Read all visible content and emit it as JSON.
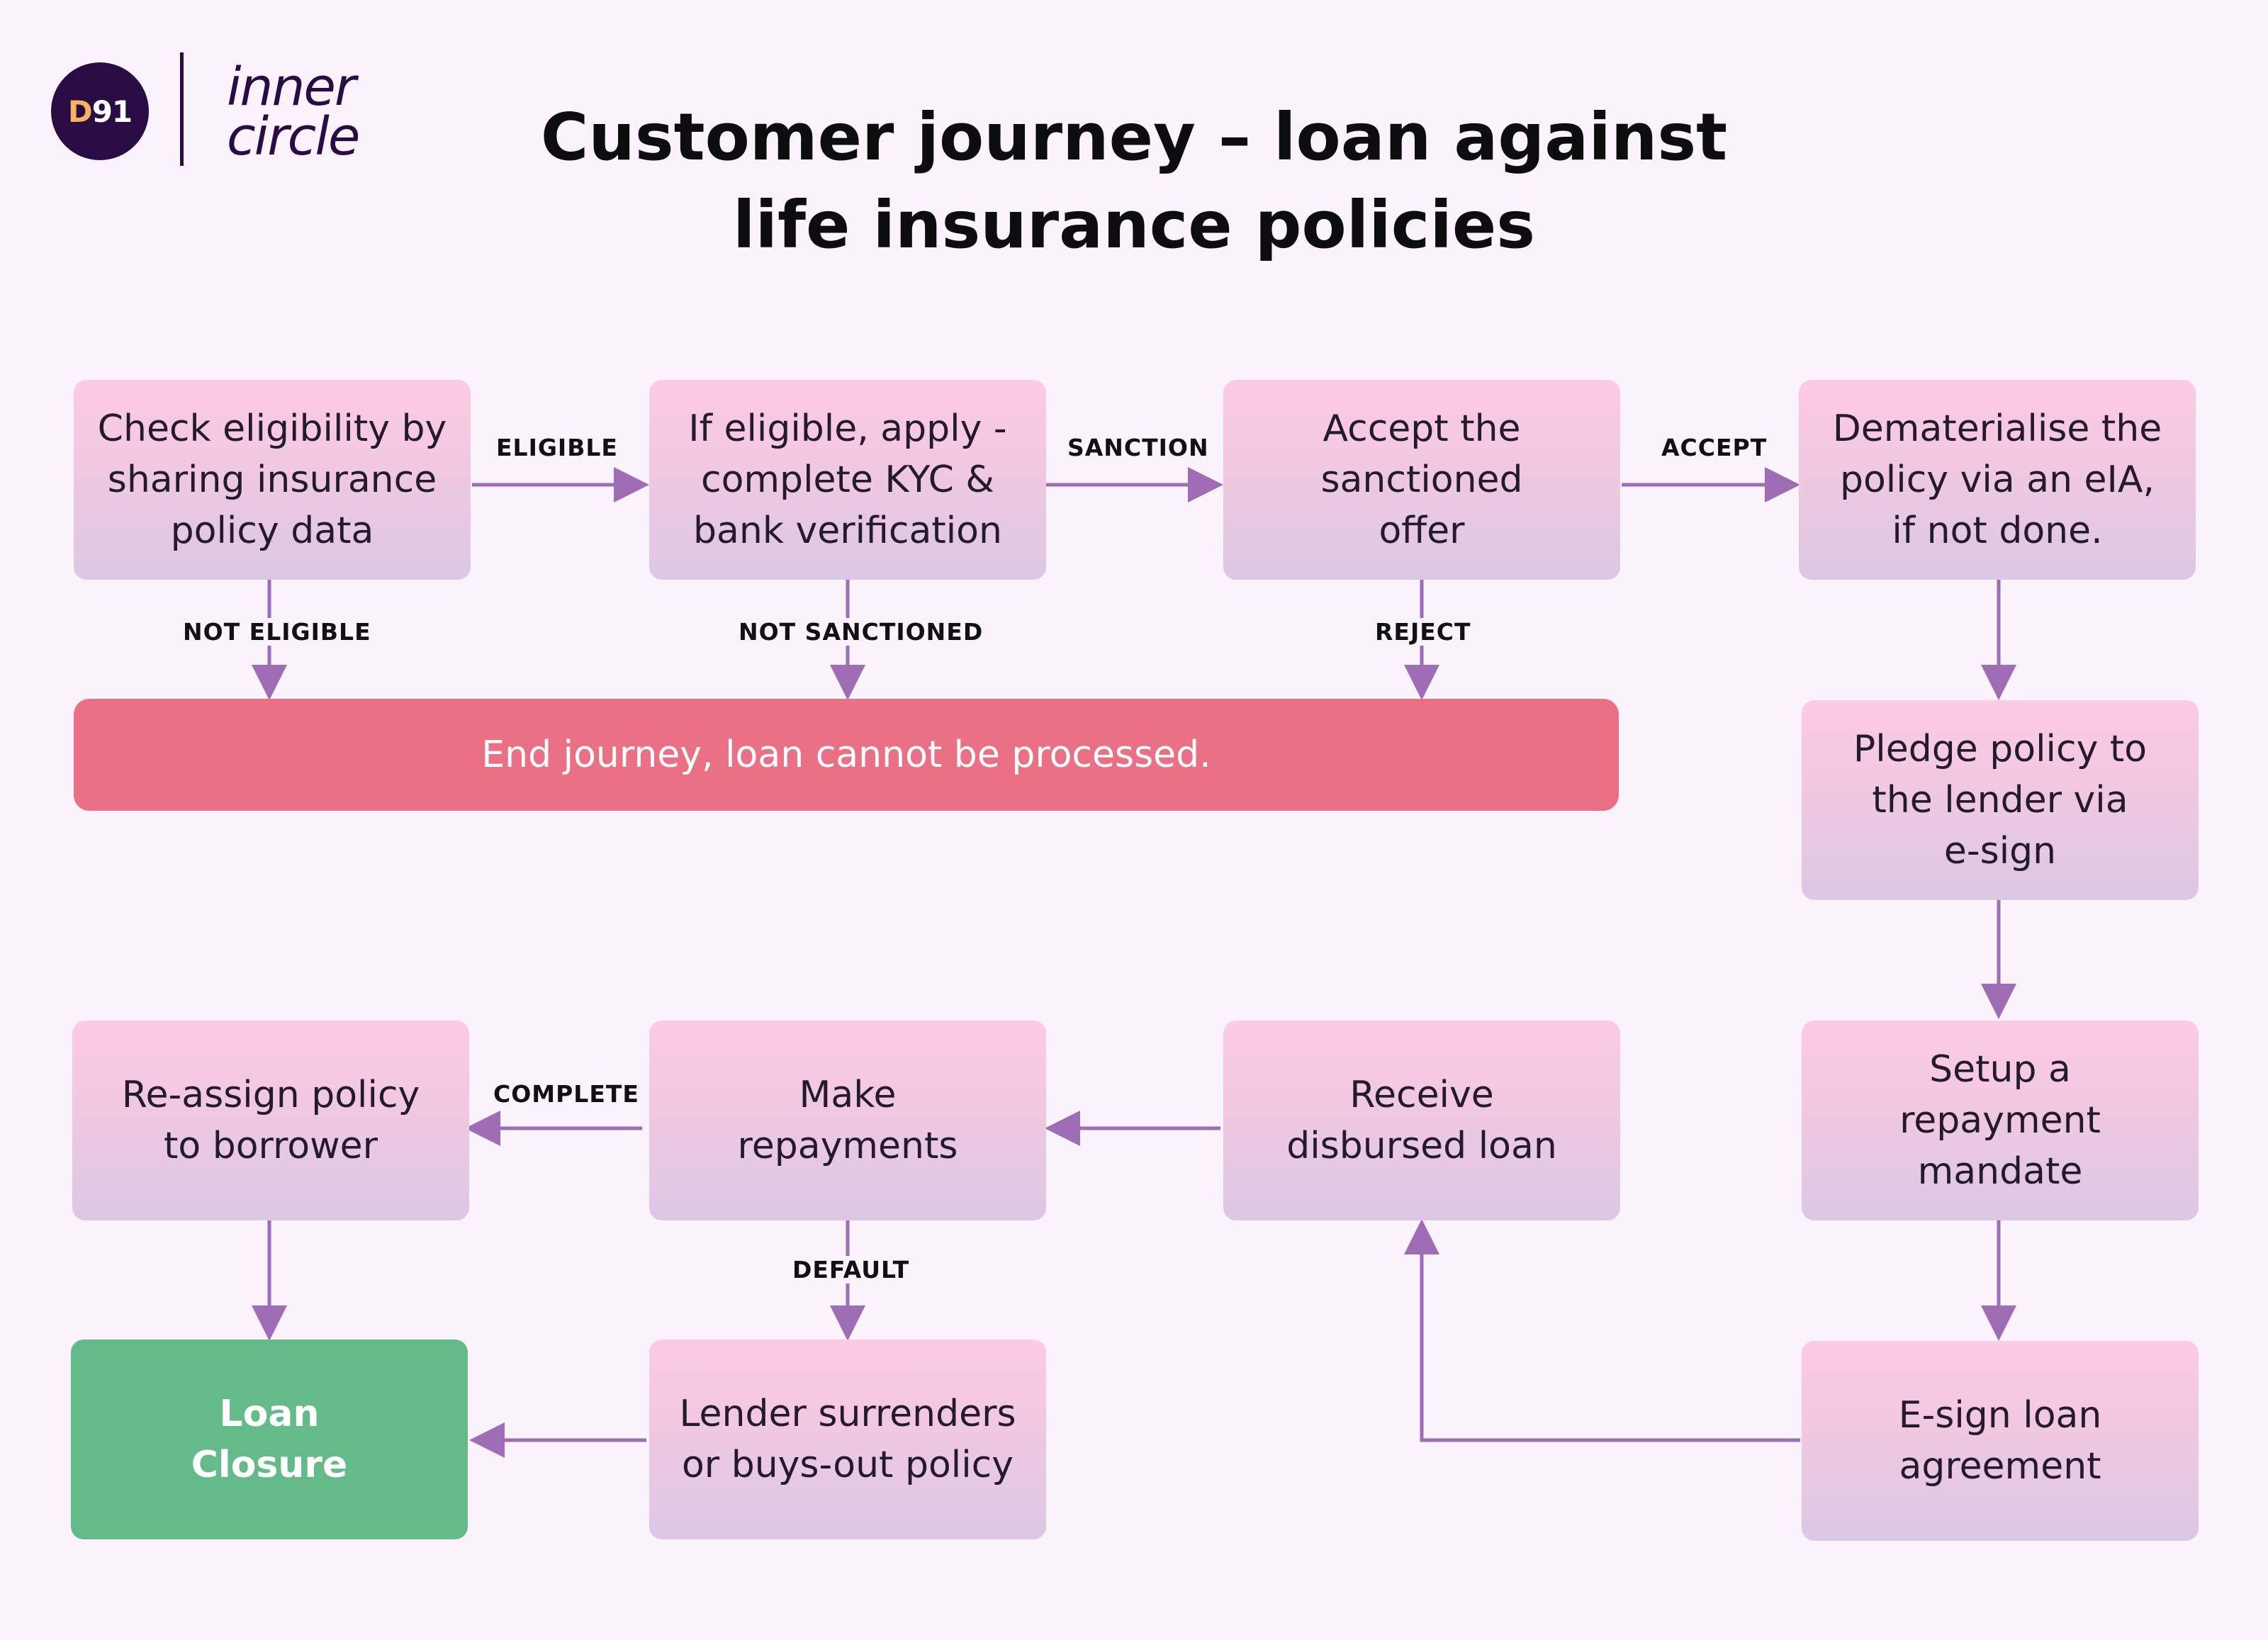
{
  "logo": {
    "badge_d": "D",
    "badge_num": "91",
    "word_line1": "inner",
    "word_line2": "circle"
  },
  "title": {
    "line1": "Customer journey – loan against",
    "line2": "life insurance policies"
  },
  "steps": {
    "check_eligibility": "Check eligibility by\nsharing insurance\npolicy data",
    "apply": "If eligible, apply -\ncomplete KYC &\nbank verification",
    "accept_offer": "Accept the\nsanctioned\noffer",
    "dematerialise": "Dematerialise the\npolicy via an eIA,\nif not done.",
    "pledge": "Pledge policy to\nthe lender via\ne-sign",
    "mandate": "Setup a\nrepayment\nmandate",
    "esign_agreement": "E-sign loan\nagreement",
    "receive_loan": "Receive\ndisbursed loan",
    "repayments": "Make\nrepayments",
    "reassign": "Re-assign policy\nto borrower",
    "surrender": "Lender surrenders\nor buys-out policy",
    "closure": "Loan\nClosure"
  },
  "end_journey": "End journey, loan cannot be processed.",
  "edge_labels": {
    "eligible": "ELIGIBLE",
    "sanction": "SANCTION",
    "accept": "ACCEPT",
    "not_eligible": "NOT ELIGIBLE",
    "not_sanctioned": "NOT SANCTIONED",
    "reject": "REJECT",
    "complete": "COMPLETE",
    "default": "DEFAULT"
  },
  "colors": {
    "arrow": "#9f6db5",
    "end_bar": "#ea7085",
    "closure": "#65ba8a",
    "logo_bg": "#2a0c45",
    "logo_accent": "#f4b35c"
  }
}
